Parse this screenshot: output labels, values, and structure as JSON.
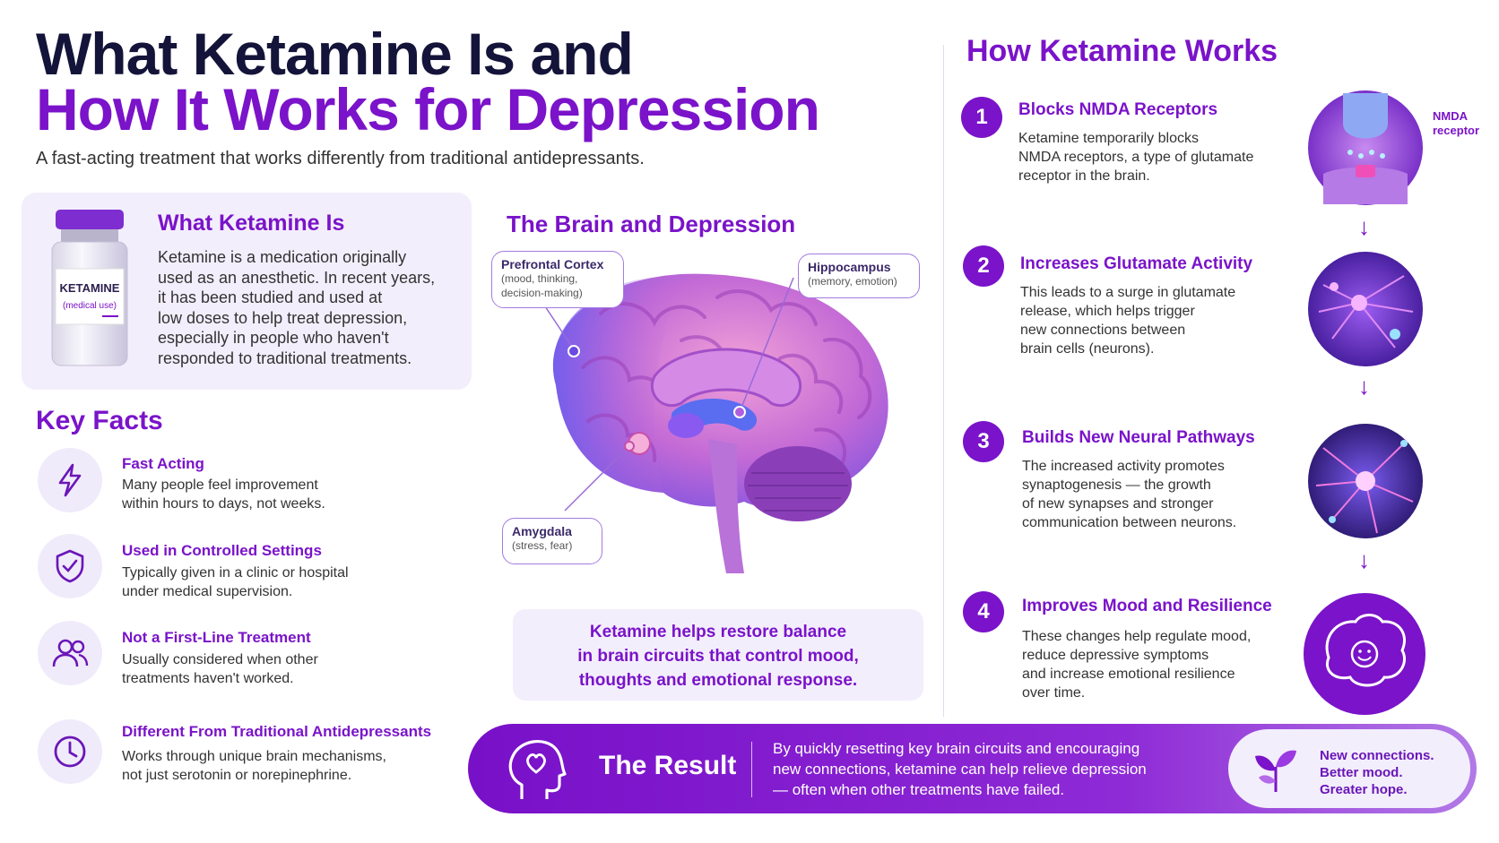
{
  "header": {
    "title_line1": "What Ketamine Is and",
    "title_line2": "How It Works for Depression",
    "subtitle": "A fast-acting treatment that works differently from traditional antidepressants."
  },
  "what_ketamine": {
    "title": "What Ketamine Is",
    "body": [
      "Ketamine is a medication originally",
      "used as an anesthetic. In recent years,",
      "it has been studied and used at",
      "low doses to help treat depression,",
      "especially in people who haven't",
      "responded to traditional treatments."
    ],
    "vial_label": "KETAMINE",
    "vial_sublabel": "(medical use)"
  },
  "key_facts": {
    "title": "Key Facts",
    "items": [
      {
        "icon": "lightning-icon",
        "title": "Fast Acting",
        "text": [
          "Many people feel improvement",
          "within hours to days, not weeks."
        ]
      },
      {
        "icon": "shield-check-icon",
        "title": "Used in Controlled Settings",
        "text": [
          "Typically given in a clinic or hospital",
          "under medical supervision."
        ]
      },
      {
        "icon": "people-icon",
        "title": "Not a First-Line Treatment",
        "text": [
          "Usually considered when other",
          "treatments haven't worked."
        ]
      },
      {
        "icon": "clock-icon",
        "title": "Different From Traditional Antidepressants",
        "text": [
          "Works through unique brain mechanisms,",
          "not just serotonin or norepinephrine."
        ]
      }
    ]
  },
  "brain": {
    "title": "The Brain and Depression",
    "callouts": {
      "prefrontal": {
        "title": "Prefrontal Cortex",
        "sub": [
          "(mood, thinking,",
          "decision-making)"
        ]
      },
      "hippocampus": {
        "title": "Hippocampus",
        "sub": [
          "(memory, emotion)"
        ]
      },
      "amygdala": {
        "title": "Amygdala",
        "sub": [
          "(stress, fear)"
        ]
      }
    },
    "balance_text": [
      "Ketamine helps restore balance",
      "in brain circuits that control mood,",
      "thoughts and emotional response."
    ]
  },
  "how_it_works": {
    "title": "How Ketamine Works",
    "nmda_label": [
      "NMDA",
      "receptor"
    ],
    "steps": [
      {
        "num": "1",
        "title": "Blocks NMDA Receptors",
        "text": [
          "Ketamine temporarily blocks",
          "NMDA receptors, a type of glutamate",
          "receptor in the brain."
        ]
      },
      {
        "num": "2",
        "title": "Increases Glutamate Activity",
        "text": [
          "This leads to a surge in glutamate",
          "release, which helps trigger",
          "new connections between",
          "brain cells (neurons)."
        ]
      },
      {
        "num": "3",
        "title": "Builds New Neural Pathways",
        "text": [
          "The increased activity promotes",
          "synaptogenesis — the growth",
          "of new synapses and stronger",
          "communication between neurons."
        ]
      },
      {
        "num": "4",
        "title": "Improves Mood and Resilience",
        "text": [
          "These changes help regulate mood,",
          "reduce depressive symptoms",
          "and increase emotional resilience",
          "over time."
        ]
      }
    ],
    "arrow": "↓"
  },
  "result": {
    "title": "The Result",
    "text": [
      "By quickly resetting key brain circuits and encouraging",
      "new connections, ketamine can help relieve depression",
      "— often when other treatments have failed."
    ],
    "pill": [
      "New connections.",
      "Better mood.",
      "Greater hope."
    ]
  },
  "colors": {
    "accent": "#7a13c9",
    "dark": "#14143a",
    "panel": "#f3eefc"
  }
}
